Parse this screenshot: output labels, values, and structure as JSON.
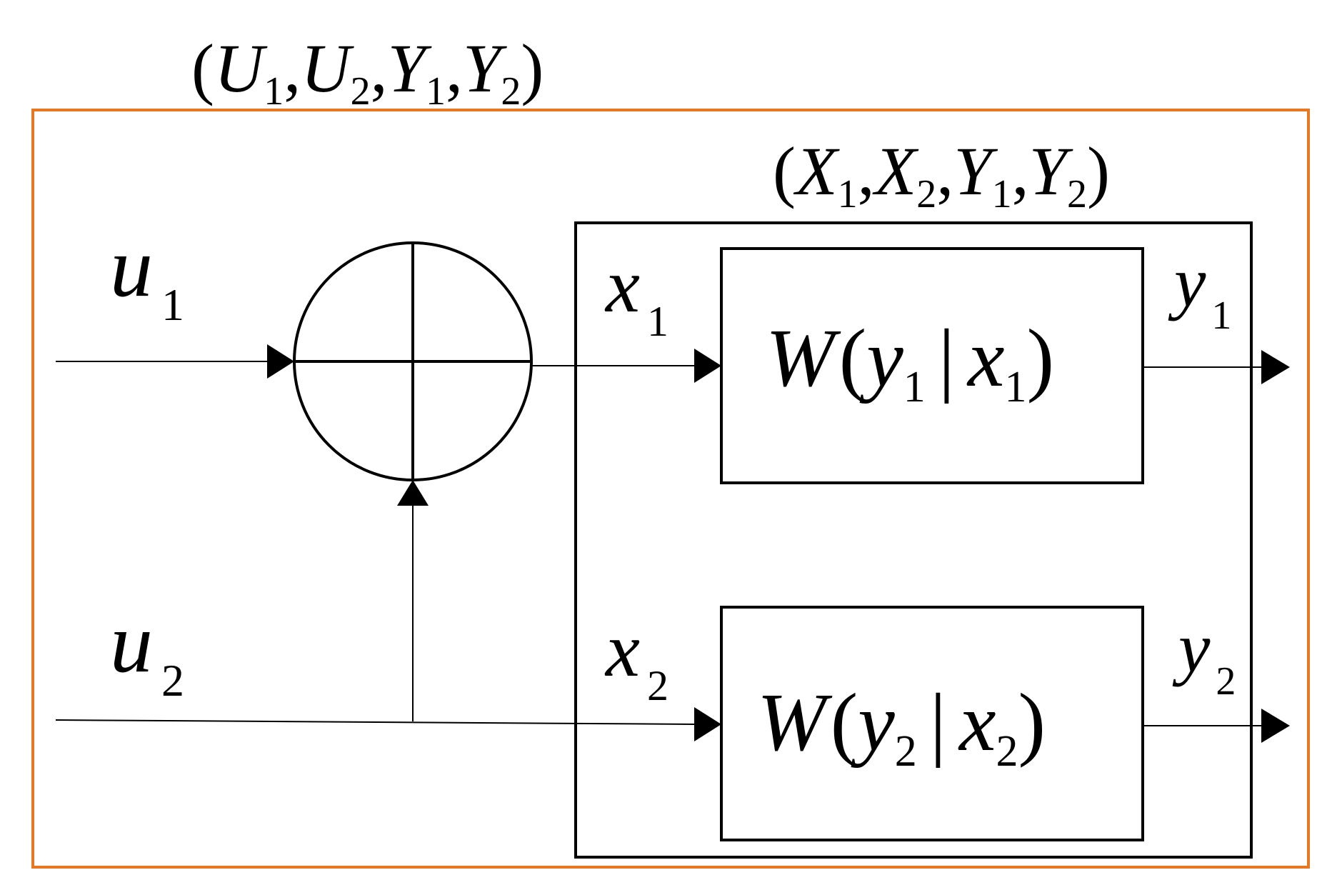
{
  "colors": {
    "outer_frame": "#E87722",
    "stroke": "#000000",
    "background": "#FFFFFF"
  },
  "outer_tuple": {
    "open": "(",
    "v1": "U",
    "s1": "1",
    "sep1": ",",
    "v2": "U",
    "s2": "2",
    "sep2": ",",
    "v3": "Y",
    "s3": "1",
    "sep3": ",",
    "v4": "Y",
    "s4": "2",
    "close": ")"
  },
  "inner_tuple": {
    "open": "(",
    "v1": "X",
    "s1": "1",
    "sep1": ",",
    "v2": "X",
    "s2": "2",
    "sep2": ",",
    "v3": "Y",
    "s3": "1",
    "sep3": ",",
    "v4": "Y",
    "s4": "2",
    "close": ")"
  },
  "inputs": {
    "u1": {
      "var": "u",
      "sub": "1"
    },
    "u2": {
      "var": "u",
      "sub": "2"
    }
  },
  "channel_inputs": {
    "x1": {
      "var": "x",
      "sub": "1"
    },
    "x2": {
      "var": "x",
      "sub": "2"
    }
  },
  "outputs": {
    "y1": {
      "var": "y",
      "sub": "1"
    },
    "y2": {
      "var": "y",
      "sub": "2"
    }
  },
  "channels": {
    "ch1": {
      "W": "W",
      "open": "(",
      "y": "y",
      "ys": "1",
      "bar": "|",
      "x": "x",
      "xs": "1",
      "close": ")"
    },
    "ch2": {
      "W": "W",
      "open": "(",
      "y": "y",
      "ys": "2",
      "bar": "|",
      "x": "x",
      "xs": "2",
      "close": ")"
    }
  },
  "adder_icon": "xor-adder-icon"
}
